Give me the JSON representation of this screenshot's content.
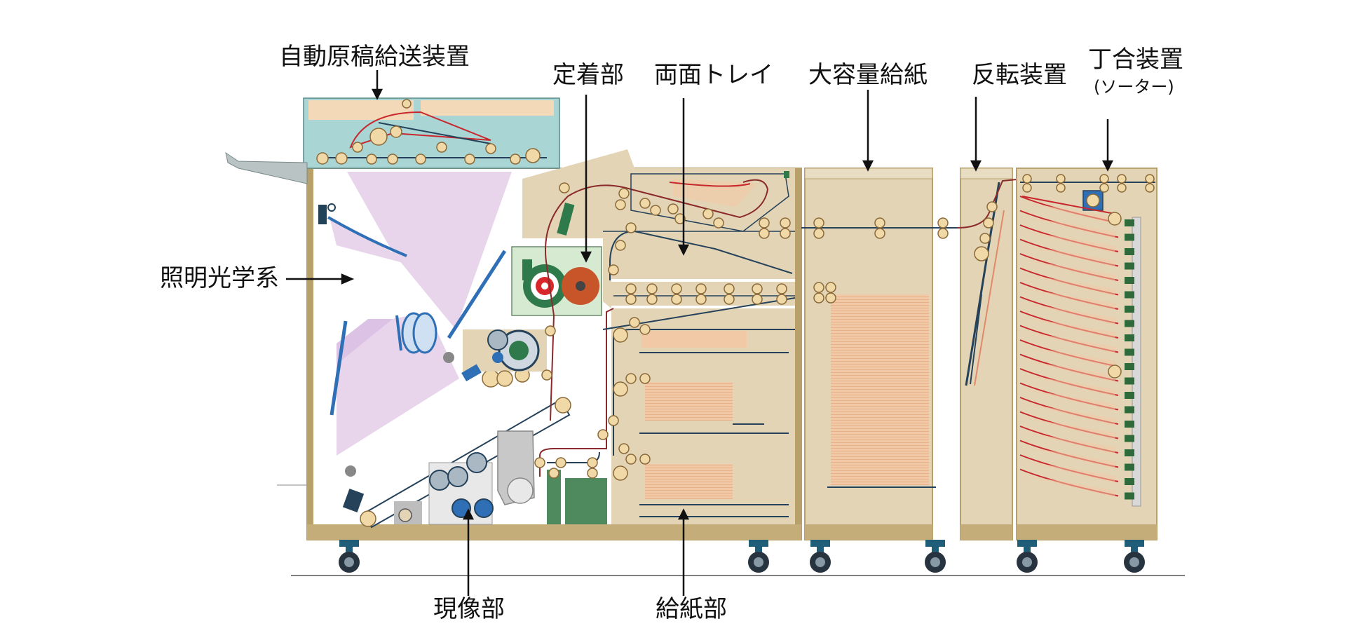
{
  "labels": {
    "adf": "自動原稿給送装置",
    "fuser": "定着部",
    "duplex_tray": "両面トレイ",
    "lcc": "大容量給紙",
    "inverter": "反転装置",
    "collator": "丁合装置",
    "collator_sub": "(ソーター)",
    "optics": "照明光学系",
    "developer": "現像部",
    "paper_feed": "給紙部"
  },
  "colors": {
    "cabinet": "#e3d4b6",
    "frame": "#b8a06a",
    "adf_blue": "#a9d6d4",
    "light_beam": "#e6d0ea",
    "paper_path_red": "#c8282d",
    "roller": "#f0d9a6",
    "drum_green": "#2f7a4a",
    "drum_red": "#d9262b",
    "fuser_orange": "#c8542a",
    "tank_green": "#4f8a5f",
    "caster": "#27333f",
    "caster_mount": "#1f5d79",
    "mirror_blue": "#2f6fb5",
    "bin_green": "#2f6a3a"
  }
}
